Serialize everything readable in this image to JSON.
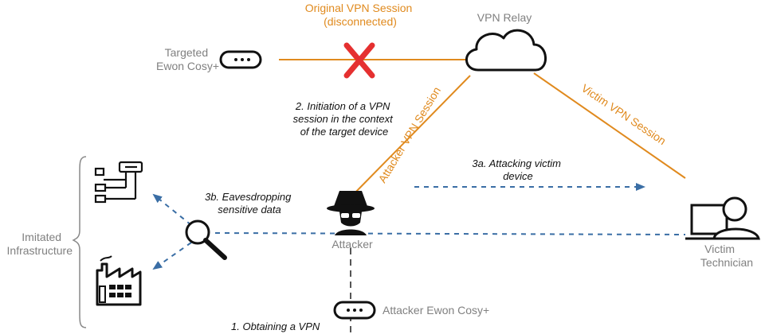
{
  "nodes": {
    "targeted_device": [
      "Targeted",
      "Ewon Cosy+"
    ],
    "vpn_relay": "VPN Relay",
    "attacker": "Attacker",
    "victim": [
      "Victim",
      "Technician"
    ],
    "attacker_device": "Attacker Ewon Cosy+",
    "imitated_infra": [
      "Imitated",
      "Infrastructure"
    ]
  },
  "links": {
    "original_session": [
      "Original VPN Session",
      "(disconnected)"
    ],
    "attacker_session": "Attacker VPN Session",
    "victim_session": "Victim VPN Session"
  },
  "steps": {
    "step1": "1. Obtaining a VPN",
    "step2": [
      "2. Initiation of a VPN",
      "session in the context",
      "of the target device"
    ],
    "step3a": [
      "3a. Attacking victim",
      "device"
    ],
    "step3b": [
      "3b. Eavesdropping",
      "sensitive data"
    ]
  },
  "colors": {
    "session_line": "#e08a1e",
    "attack_line": "#3a6ea5",
    "disconnect_mark": "#e53030",
    "label_gray": "#808080"
  },
  "icons": {
    "device": "router-icon",
    "relay": "cloud-icon",
    "attacker": "spy-icon",
    "victim": "technician-laptop-icon",
    "eavesdrop": "magnifier-icon",
    "plc": "plc-icon",
    "factory": "factory-icon"
  }
}
